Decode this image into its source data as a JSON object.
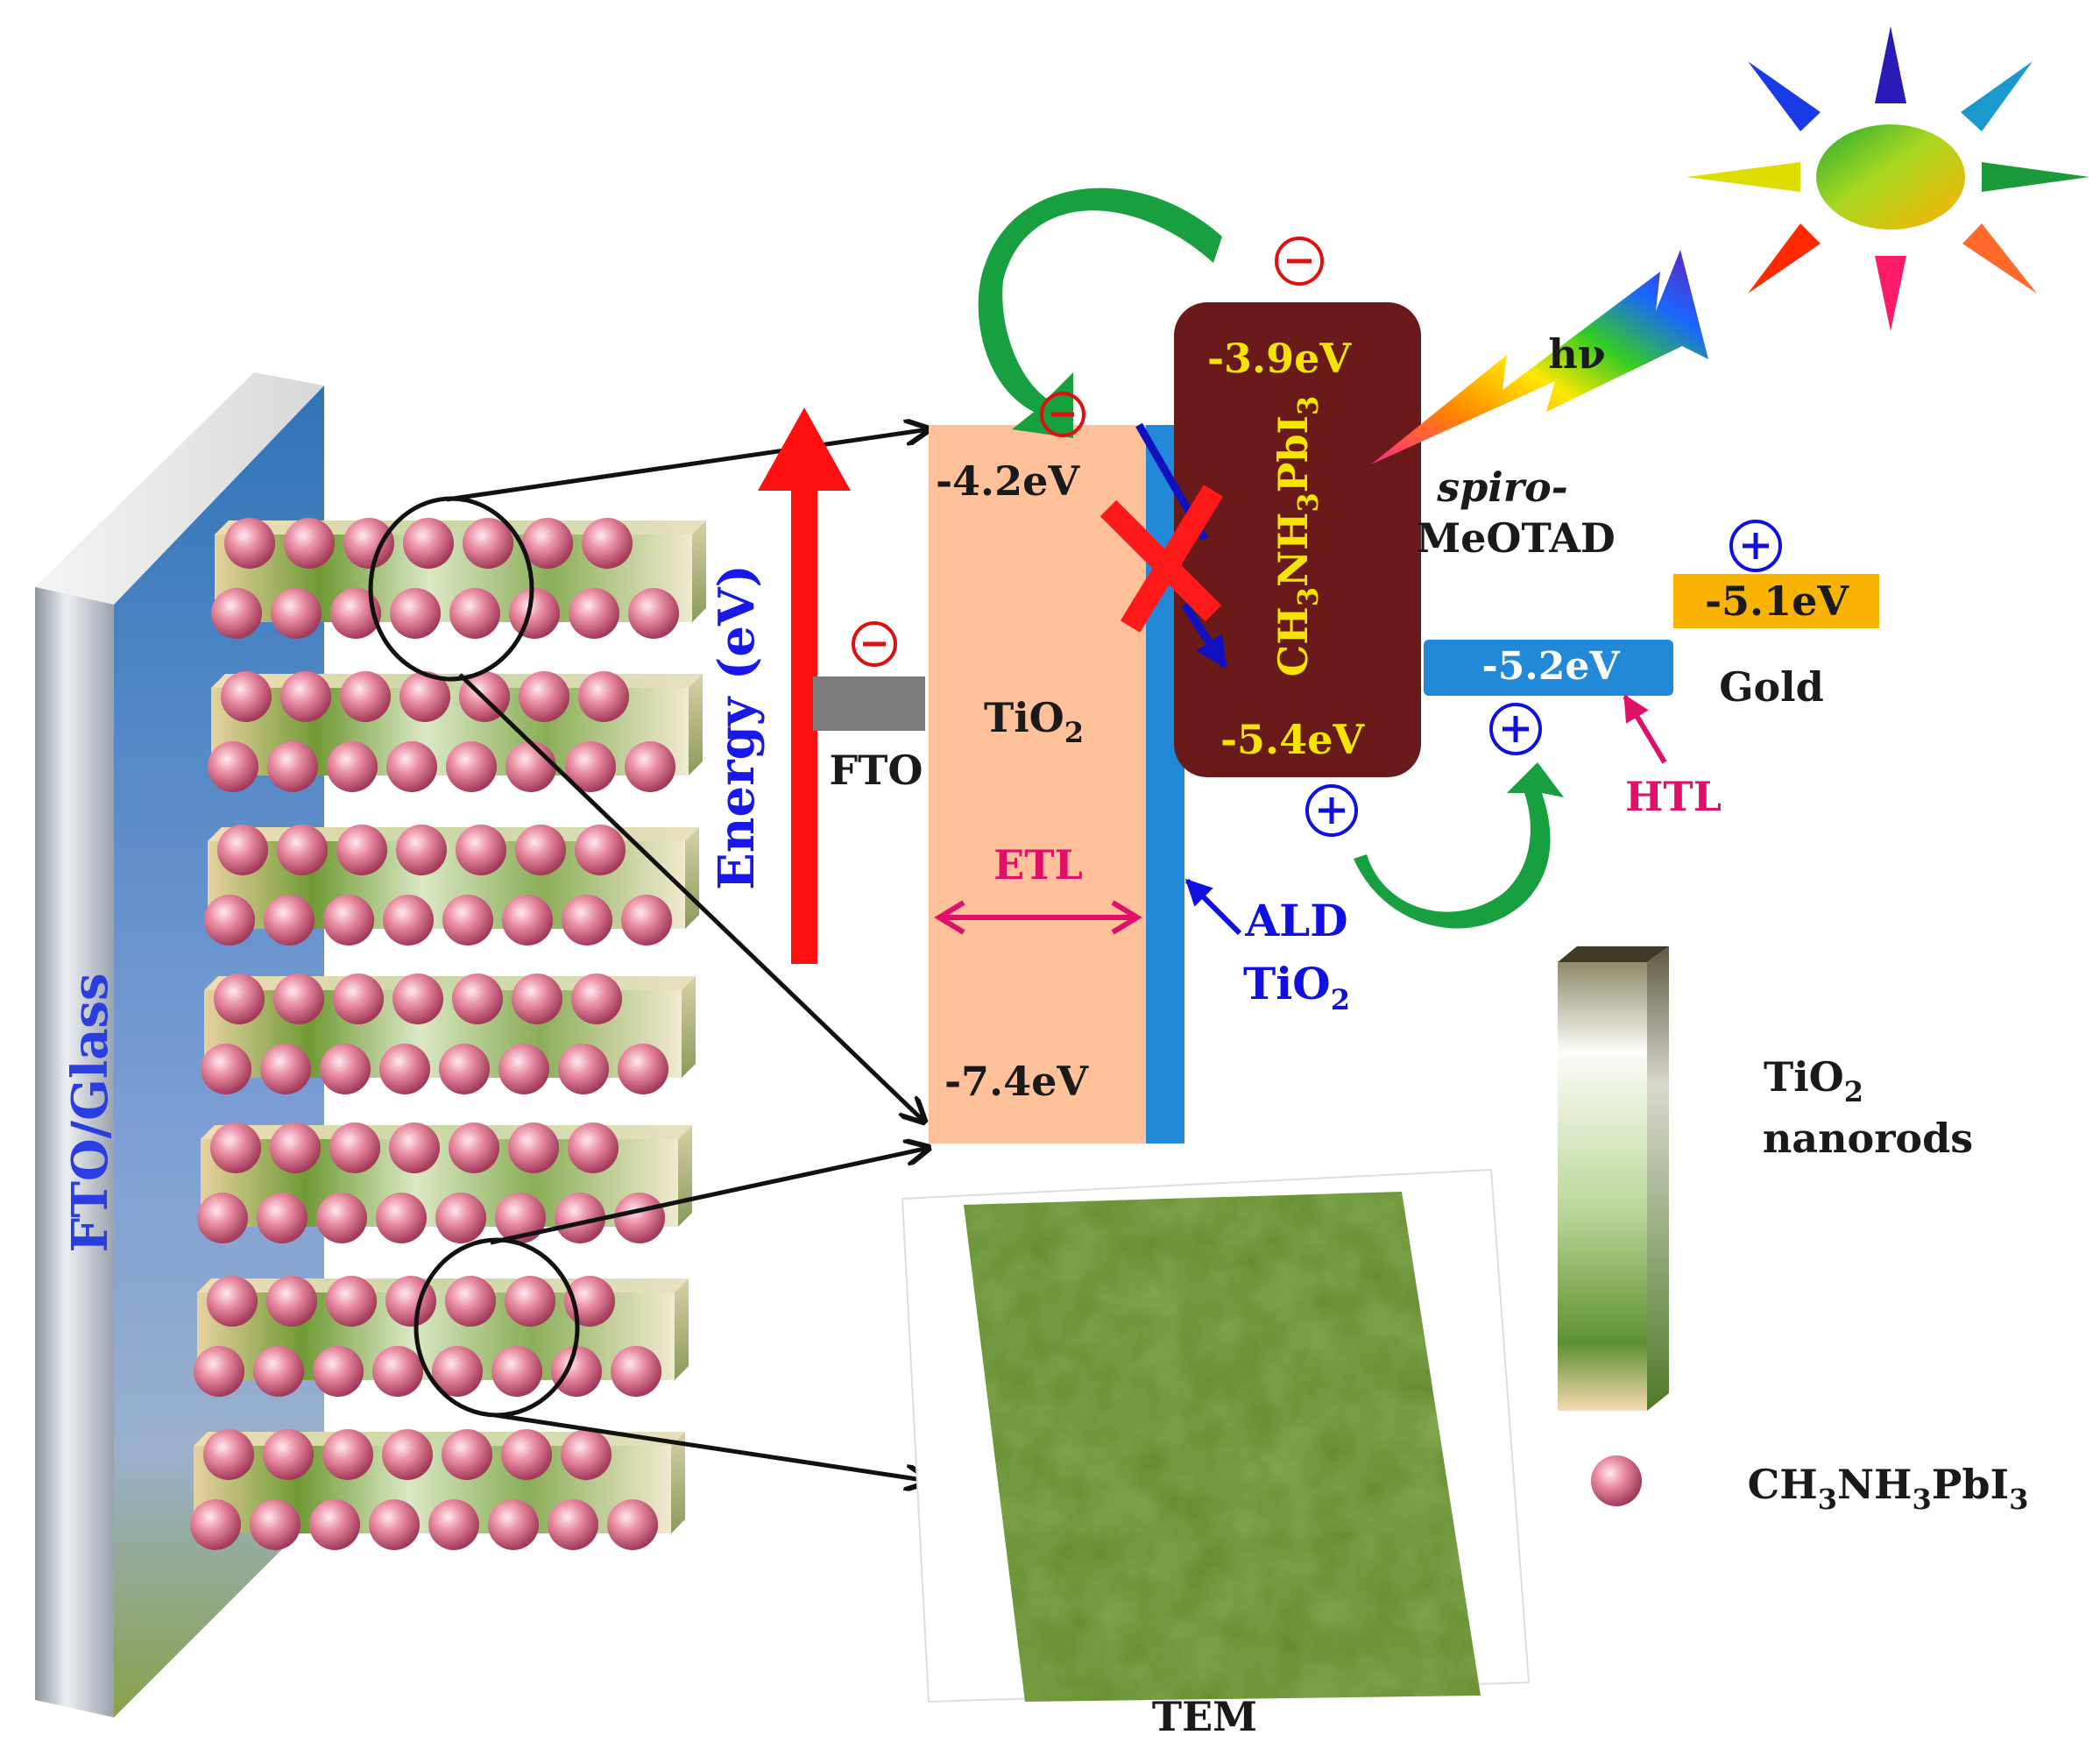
{
  "substrate": {
    "label": "FTO/Glass"
  },
  "energy_axis": {
    "label": "Energy (eV)"
  },
  "fto": {
    "label": "FTO"
  },
  "tio2_block": {
    "label_main": "TiO",
    "label_sub": "2",
    "top_level": "-4.2eV",
    "bottom_level": "-7.4eV"
  },
  "etl": {
    "label": "ETL"
  },
  "ald": {
    "line1": "ALD",
    "line2_main": "TiO",
    "line2_sub": "2"
  },
  "perovskite": {
    "top_level": "-3.9eV",
    "bottom_level": "-5.4eV",
    "formula_parts": [
      "CH",
      "3",
      "NH",
      "3",
      "PbI",
      "3"
    ]
  },
  "light": {
    "label": "hν"
  },
  "spiro": {
    "line1": "spiro-",
    "line2": "MeOTAD",
    "level": "-5.2eV"
  },
  "htl": {
    "label": "HTL"
  },
  "gold": {
    "label": "Gold",
    "level": "-5.1eV"
  },
  "legend": {
    "nanorods_main": "TiO",
    "nanorods_sub": "2",
    "nanorods_line2": "nanorods",
    "perovskite_parts": [
      "CH",
      "3",
      "NH",
      "3",
      "PbI",
      "3"
    ]
  },
  "tem": {
    "label": "TEM"
  },
  "charges": {
    "electron": "⊖",
    "hole": "⊕"
  },
  "colors": {
    "tio2_fill": "#ffc199",
    "perovskite_fill": "#6b1a1a",
    "ald_blue": "#2288d8",
    "gold_fill": "#f8b400",
    "tem_green": "#5e8a2a",
    "energy_arrow": "#ff1010",
    "transfer_arrow": "#18a040"
  }
}
